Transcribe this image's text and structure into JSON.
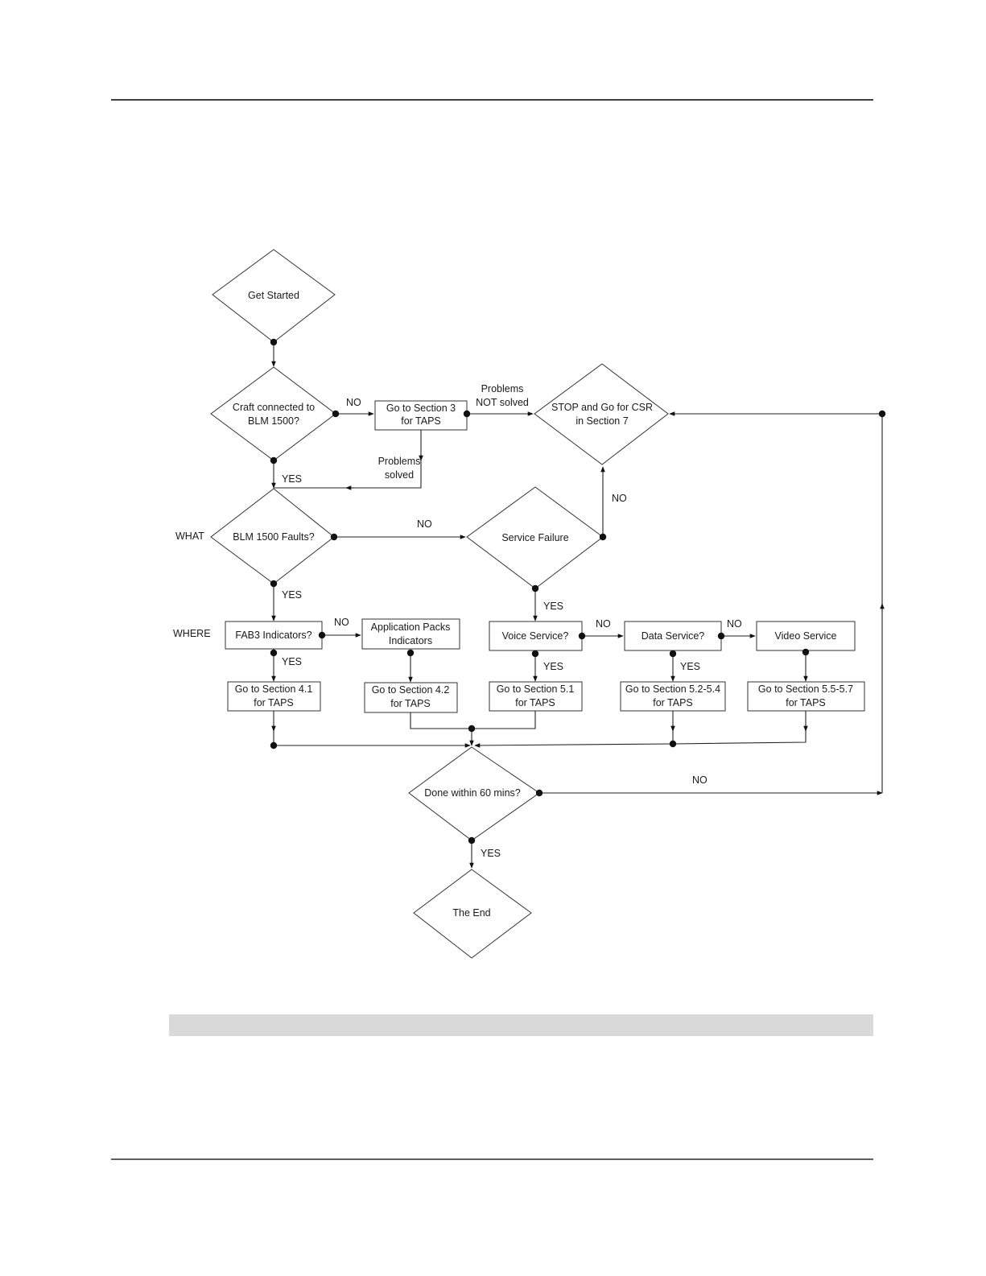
{
  "side_labels": {
    "what": "WHAT",
    "where": "WHERE"
  },
  "nodes": {
    "start": "Get Started",
    "craft_q": [
      "Craft connected to",
      "BLM 1500?"
    ],
    "sec3": [
      "Go to Section 3",
      "for TAPS"
    ],
    "stop": [
      "STOP and Go for CSR",
      "in Section 7"
    ],
    "blm_faults_q": "BLM 1500 Faults?",
    "service_failure": "Service Failure",
    "fab3_q": "FAB3 Indicators?",
    "app_packs": [
      "Application Packs",
      "Indicators"
    ],
    "voice_q": "Voice Service?",
    "data_q": "Data Service?",
    "video": "Video Service",
    "sec41": [
      "Go to Section 4.1",
      "for TAPS"
    ],
    "sec42": [
      "Go to Section 4.2",
      "for TAPS"
    ],
    "sec51": [
      "Go to Section 5.1",
      "for TAPS"
    ],
    "sec52": [
      "Go to Section 5.2-5.4",
      "for TAPS"
    ],
    "sec55": [
      "Go to Section 5.5-5.7",
      "for TAPS"
    ],
    "done_q": "Done within 60 mins?",
    "end": "The End"
  },
  "edge_labels": {
    "craft_no": "NO",
    "craft_yes": "YES",
    "not_solved": [
      "Problems",
      "NOT solved"
    ],
    "solved": [
      "Problems",
      "solved"
    ],
    "faults_no": "NO",
    "faults_yes": "YES",
    "sf_no": "NO",
    "sf_yes": "YES",
    "fab3_no": "NO",
    "fab3_yes": "YES",
    "voice_no": "NO",
    "voice_yes": "YES",
    "data_no": "NO",
    "data_yes": "YES",
    "done_no": "NO",
    "done_yes": "YES"
  }
}
